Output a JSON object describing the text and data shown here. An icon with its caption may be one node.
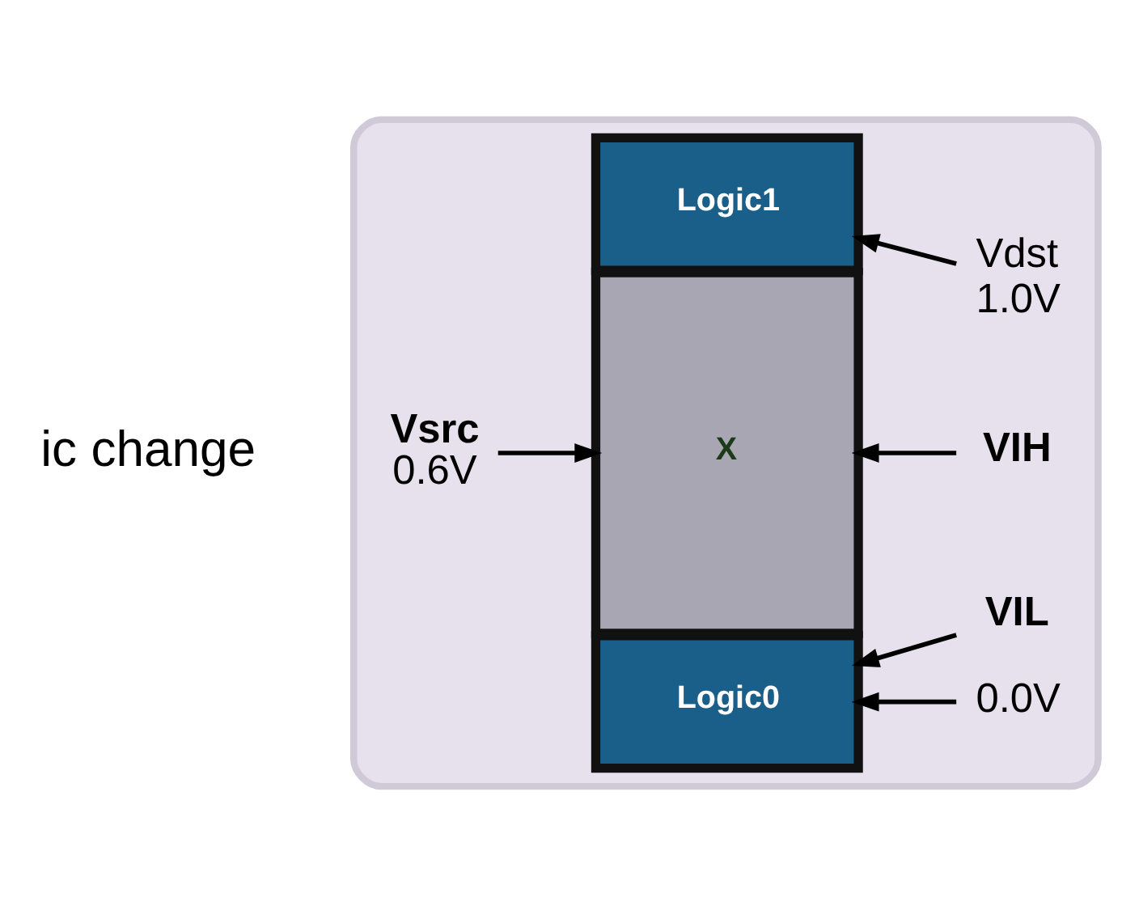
{
  "diagram": {
    "nodes": [
      {
        "text": [],
        "shape": "box"
      },
      {
        "text": [
          "1.0V"
        ],
        "beside": [
          "Vdst"
        ],
        "in": 0
      },
      {
        "text": [
          "Logic1"
        ],
        "in": 0
      },
      {
        "text": [
          "0.6V"
        ],
        "beside": [
          "Vsrc"
        ],
        "in": 0
      },
      {
        "text": [
          "VIH"
        ],
        "in": 0
      },
      {
        "text": [
          "X"
        ],
        "in": 0
      },
      {
        "text": [
          "VIL"
        ],
        "in": 0
      },
      {
        "text": [
          "Logic0"
        ],
        "in": 0
      },
      {
        "text": [
          "0.0V"
        ],
        "in": 0
      }
    ],
    "edges": [
      {
        "from": 1,
        "to": 2,
        "arrow": "to"
      },
      {
        "from": 3,
        "to": 5,
        "arrow": "to"
      },
      {
        "from": 4,
        "to": 5,
        "arrow": "to"
      },
      {
        "from": 6,
        "to": 7,
        "arrow": "to"
      },
      {
        "from": 8,
        "to": 7,
        "arrow": "to"
      }
    ],
    "labels": [
      "ic change"
    ]
  }
}
